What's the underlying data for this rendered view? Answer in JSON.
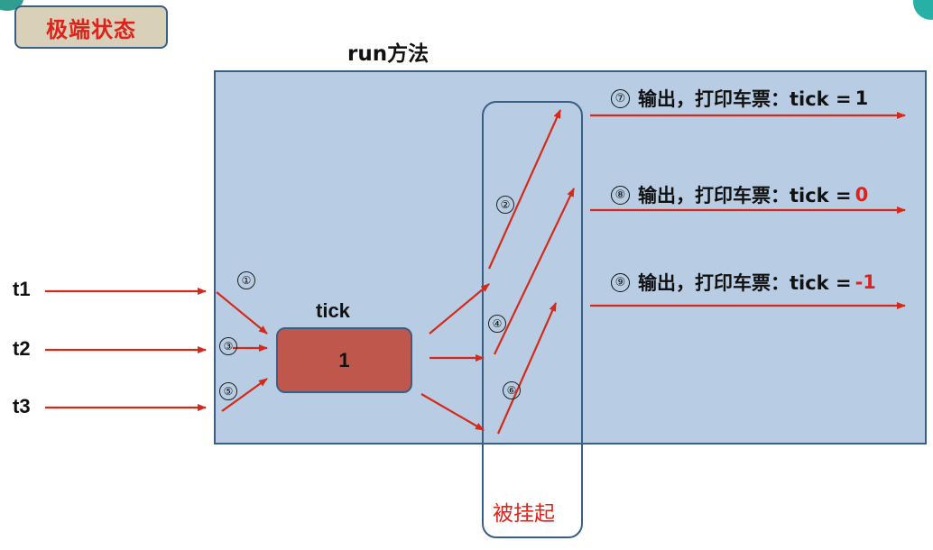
{
  "header": {
    "title": "极端状态"
  },
  "diagram": {
    "run_label": "run方法",
    "threads": [
      "t1",
      "t2",
      "t3"
    ],
    "tick_label": "tick",
    "tick_value": "1",
    "steps": {
      "s1": "①",
      "s2": "②",
      "s3": "③",
      "s4": "④",
      "s5": "⑤",
      "s6": "⑥"
    },
    "suspended_label": "被挂起",
    "outputs": [
      {
        "num": "⑦",
        "text": "输出，打印车票：tick =",
        "value": "1",
        "value_color": "#111111"
      },
      {
        "num": "⑧",
        "text": "输出，打印车票：tick =",
        "value": "0",
        "value_color": "#e0231a"
      },
      {
        "num": "⑨",
        "text": "输出，打印车票：tick =",
        "value": "-1",
        "value_color": "#e0231a"
      }
    ]
  },
  "colors": {
    "arrow": "#d42a1a",
    "run_box": "#b8cde3",
    "tick_box": "#c0574c",
    "border": "#3a5f86",
    "accent_text": "#e0231a"
  }
}
